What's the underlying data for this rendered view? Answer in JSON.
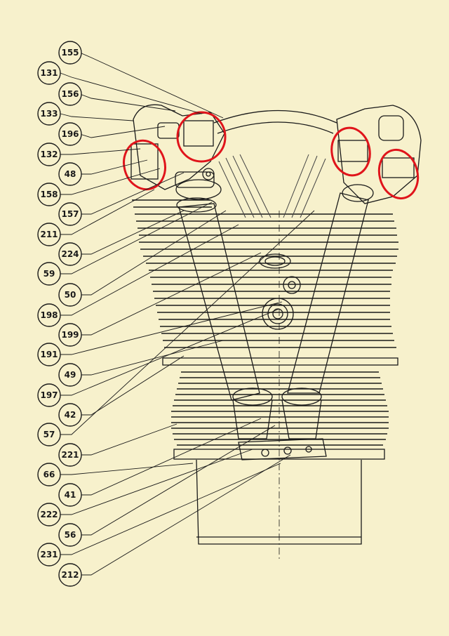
{
  "callouts": [
    "155",
    "131",
    "156",
    "133",
    "196",
    "132",
    "48",
    "158",
    "157",
    "211",
    "224",
    "59",
    "50",
    "198",
    "199",
    "191",
    "49",
    "197",
    "42",
    "57",
    "221",
    "66",
    "41",
    "222",
    "56",
    "231",
    "212"
  ],
  "highlight_color": "#e0141b",
  "background_color": "#f7f1cc"
}
